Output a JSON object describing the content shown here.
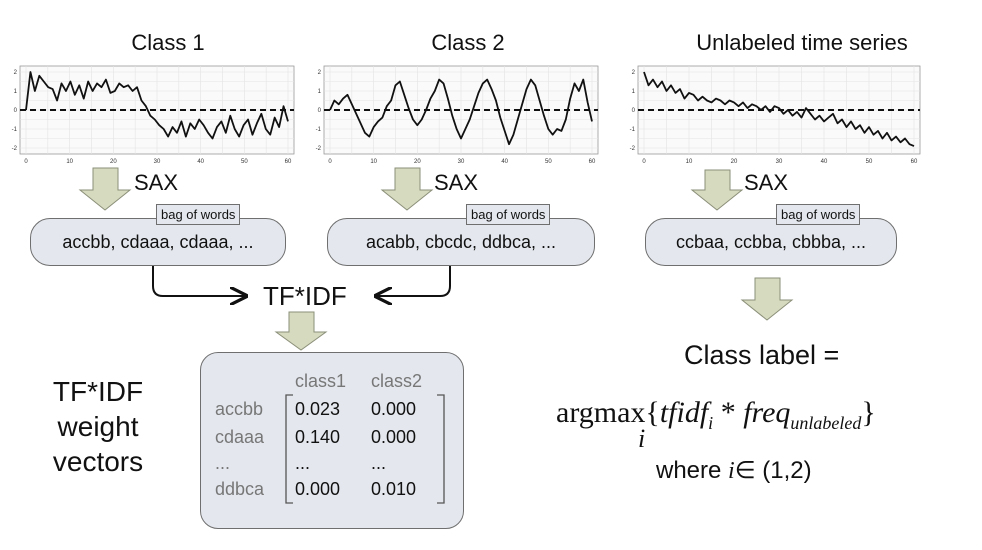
{
  "titles": {
    "class1": "Class 1",
    "class2": "Class 2",
    "unlabeled": "Unlabeled time series"
  },
  "sax_label": "SAX",
  "bag_label": "bag of words",
  "words": {
    "class1": "accbb, cdaaa, cdaaa, ...",
    "class2": "acabb, cbcdc, ddbca, ...",
    "unlabeled": "ccbaa, ccbba, cbbba, ..."
  },
  "tfidf_label": "TF*IDF",
  "weight_label": [
    "TF*IDF",
    "weight",
    "vectors"
  ],
  "matrix": {
    "columns": [
      "class1",
      "class2"
    ],
    "rows": [
      {
        "word": "accbb",
        "values": [
          "0.023",
          "0.000"
        ]
      },
      {
        "word": "cdaaa",
        "values": [
          "0.140",
          "0.000"
        ]
      },
      {
        "word": "...",
        "values": [
          "...",
          "..."
        ]
      },
      {
        "word": "ddbca",
        "values": [
          "0.000",
          "0.010"
        ]
      }
    ]
  },
  "class_label": "Class label =",
  "formula": {
    "argmax": "argmax",
    "sub_i": "i",
    "tfidf": "tfidf",
    "times": "*",
    "freq": "freq",
    "unlabeled": "unlabeled"
  },
  "where": {
    "prefix": "where",
    "var": "i",
    "range": "∈ (1,2)"
  },
  "plots": {
    "y_ticks": [
      "2",
      "1",
      "0",
      "-1",
      "-2"
    ],
    "x_ticks": [
      "0",
      "10",
      "20",
      "30",
      "40",
      "50",
      "60"
    ],
    "class1": [
      0,
      2,
      1,
      1.8,
      1.5,
      1.2,
      1.1,
      0.5,
      1.4,
      1.0,
      1.5,
      0.8,
      1.3,
      0.6,
      1.5,
      1.0,
      1.4,
      1.2,
      1.6,
      0.9,
      1.0,
      1.4,
      1.2,
      1.3,
      1.0,
      1.2,
      0.5,
      0.2,
      -0.3,
      -0.5,
      -0.8,
      -1.0,
      -1.4,
      -0.9,
      -1.2,
      -0.6,
      -1.4,
      -0.7,
      -1.0,
      -0.5,
      -0.8,
      -1.2,
      -1.5,
      -0.9,
      -0.6,
      -1.2,
      -0.3,
      -1.0,
      -1.4,
      -0.8,
      -0.5,
      -1.3,
      -0.7,
      -0.2,
      -1.0,
      -1.3,
      -0.4,
      -0.9,
      0.2,
      -0.6
    ],
    "class2": [
      0,
      0.5,
      0.3,
      0.6,
      0.8,
      0.3,
      -0.2,
      -0.7,
      -1.2,
      -1.4,
      -0.9,
      -0.6,
      -0.4,
      0.2,
      0.5,
      1.3,
      1.5,
      0.8,
      0.1,
      -0.5,
      -0.8,
      -0.5,
      0,
      0.6,
      1.0,
      1.6,
      1.4,
      0.6,
      -0.3,
      -1.0,
      -1.5,
      -1.0,
      -0.5,
      0.2,
      0.9,
      1.4,
      1.6,
      1.1,
      0.5,
      -0.4,
      -1.1,
      -1.8,
      -1.3,
      -0.5,
      0.3,
      1.1,
      1.6,
      1.3,
      0.5,
      -0.3,
      -1.0,
      -1.3,
      -1.0,
      -1.1,
      -0.5,
      0.6,
      1.4,
      1.0,
      1.6,
      0.4,
      -0.6
    ],
    "unlabeled": [
      2,
      1.3,
      1.6,
      1.2,
      1.5,
      1.0,
      1.3,
      0.9,
      1.1,
      0.6,
      0.9,
      0.8,
      0.5,
      0.7,
      0.5,
      0.4,
      0.6,
      0.5,
      0.3,
      0.5,
      0.4,
      0.2,
      0.4,
      0.1,
      0.3,
      0.2,
      0.0,
      0.2,
      -0.1,
      0.2,
      0.1,
      -0.2,
      0.0,
      -0.3,
      -0.1,
      -0.4,
      0.1,
      -0.2,
      -0.5,
      -0.3,
      -0.6,
      -0.4,
      -0.2,
      -0.7,
      -0.5,
      -0.9,
      -0.6,
      -1.0,
      -0.8,
      -1.2,
      -0.9,
      -1.3,
      -1.1,
      -1.5,
      -1.2,
      -1.6,
      -1.4,
      -1.7,
      -1.5,
      -1.8,
      -1.9
    ]
  }
}
